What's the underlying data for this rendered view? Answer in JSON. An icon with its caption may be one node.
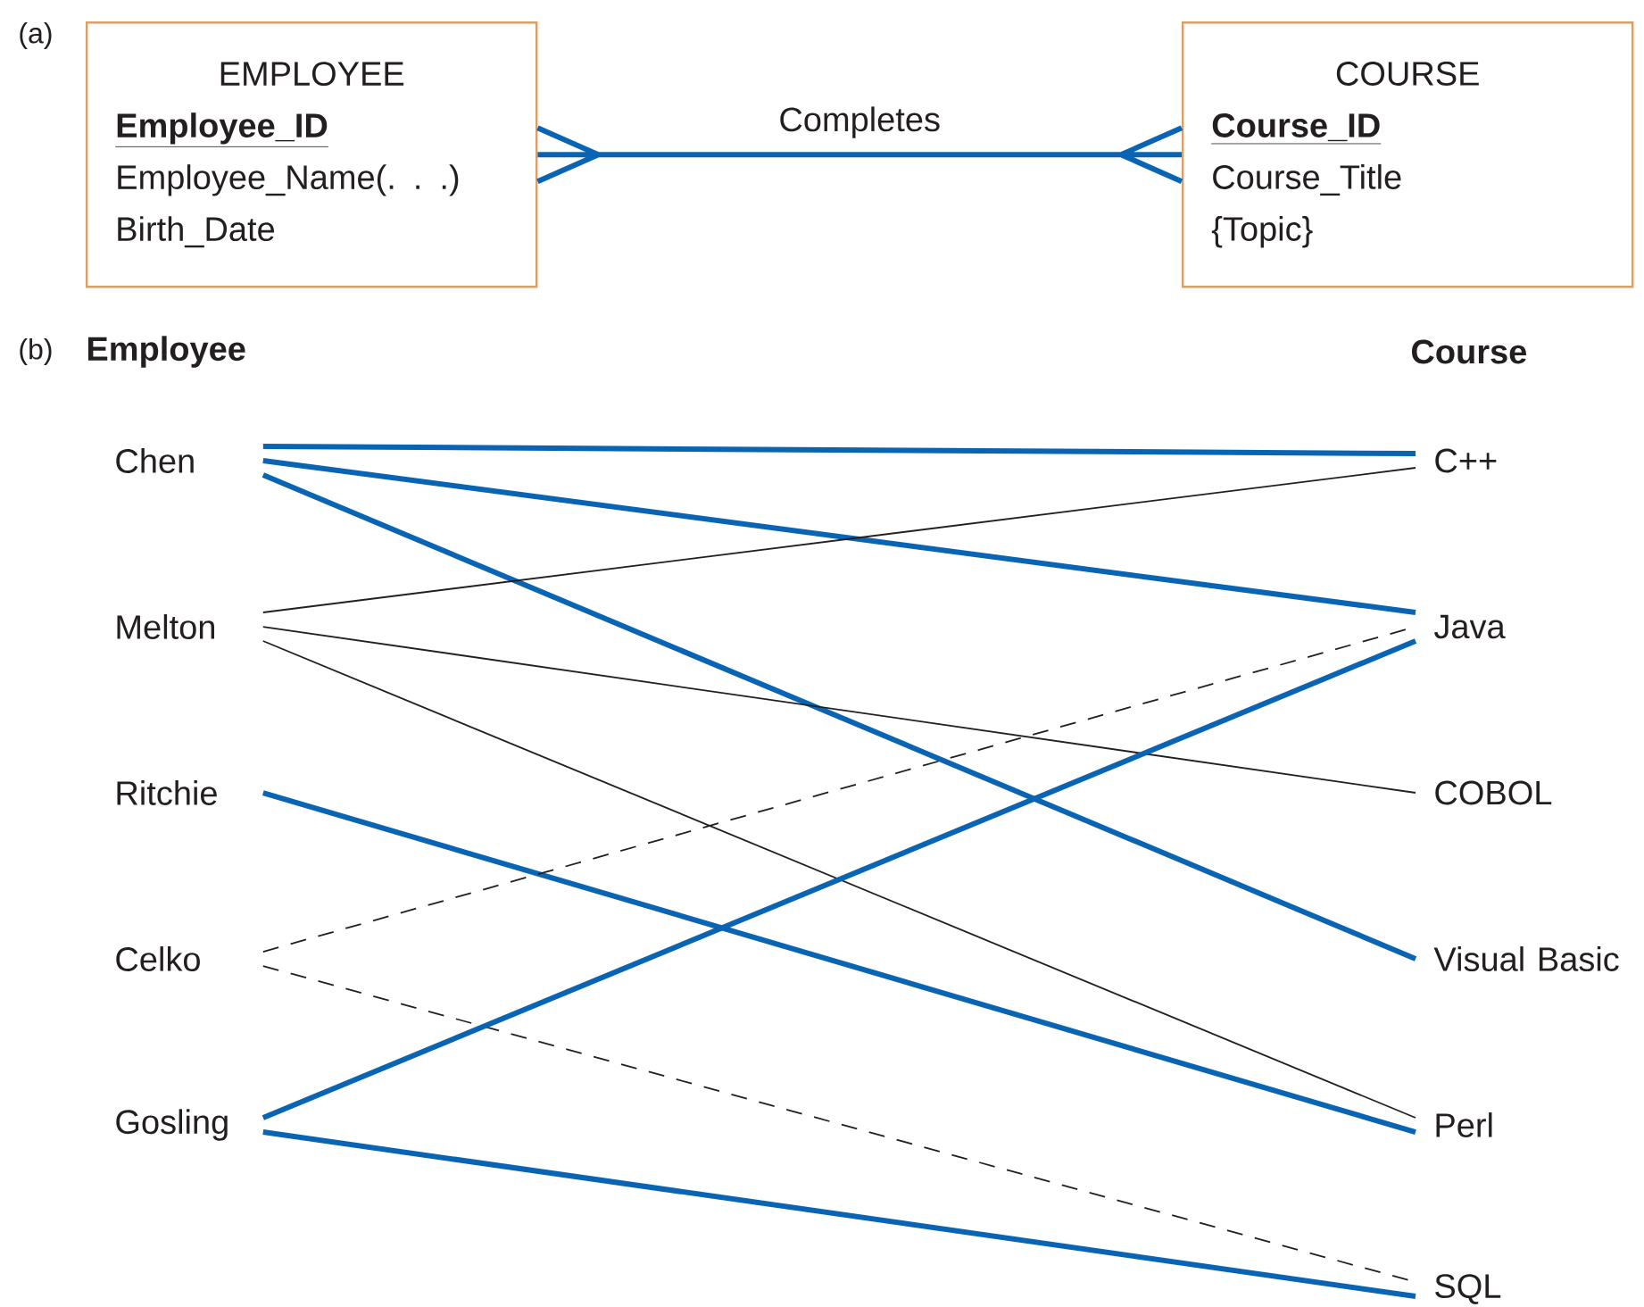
{
  "diagram": {
    "nodes": [
      {
        "text": [
          "EMPLOYEE",
          "Employee_ID",
          "Employee_Name(. . .)",
          "Birth_Date"
        ]
      },
      {
        "text": [
          "COURSE",
          "Course_ID",
          "Course_Title",
          "{Topic}"
        ]
      },
      {
        "text": [
          "Chen"
        ]
      },
      {
        "text": [
          "Melton"
        ]
      },
      {
        "text": [
          "Ritchie"
        ]
      },
      {
        "text": [
          "Celko"
        ]
      },
      {
        "text": [
          "Gosling"
        ]
      },
      {
        "text": [
          "C++"
        ]
      },
      {
        "text": [
          "Java"
        ]
      },
      {
        "text": [
          "COBOL"
        ]
      },
      {
        "text": [
          "Visual Basic"
        ]
      },
      {
        "text": [
          "Perl"
        ]
      },
      {
        "text": [
          "SQL"
        ]
      }
    ],
    "edges": [
      {
        "from": 0,
        "to": 1,
        "arrow": "other",
        "label": "Completes"
      },
      {
        "from": 2,
        "to": 7,
        "arrow": "none"
      },
      {
        "from": 2,
        "to": 8,
        "arrow": "none"
      },
      {
        "from": 2,
        "to": 10,
        "arrow": "none"
      },
      {
        "from": 3,
        "to": 7,
        "arrow": "none",
        "color": "#231f20"
      },
      {
        "from": 3,
        "to": 9,
        "arrow": "none",
        "color": "#231f20"
      },
      {
        "from": 3,
        "to": 11,
        "arrow": "none",
        "color": "#231f20"
      },
      {
        "from": 4,
        "to": 11,
        "arrow": "none"
      },
      {
        "from": 5,
        "to": 8,
        "arrow": "none",
        "style": "dashed",
        "color": "#231f20"
      },
      {
        "from": 5,
        "to": 12,
        "arrow": "none",
        "style": "dashed",
        "color": "#231f20"
      },
      {
        "from": 6,
        "to": 8,
        "arrow": "none"
      },
      {
        "from": 6,
        "to": 12,
        "arrow": "none"
      }
    ],
    "labels": [
      "(a)",
      "(b)",
      "Employee",
      "Course"
    ]
  }
}
